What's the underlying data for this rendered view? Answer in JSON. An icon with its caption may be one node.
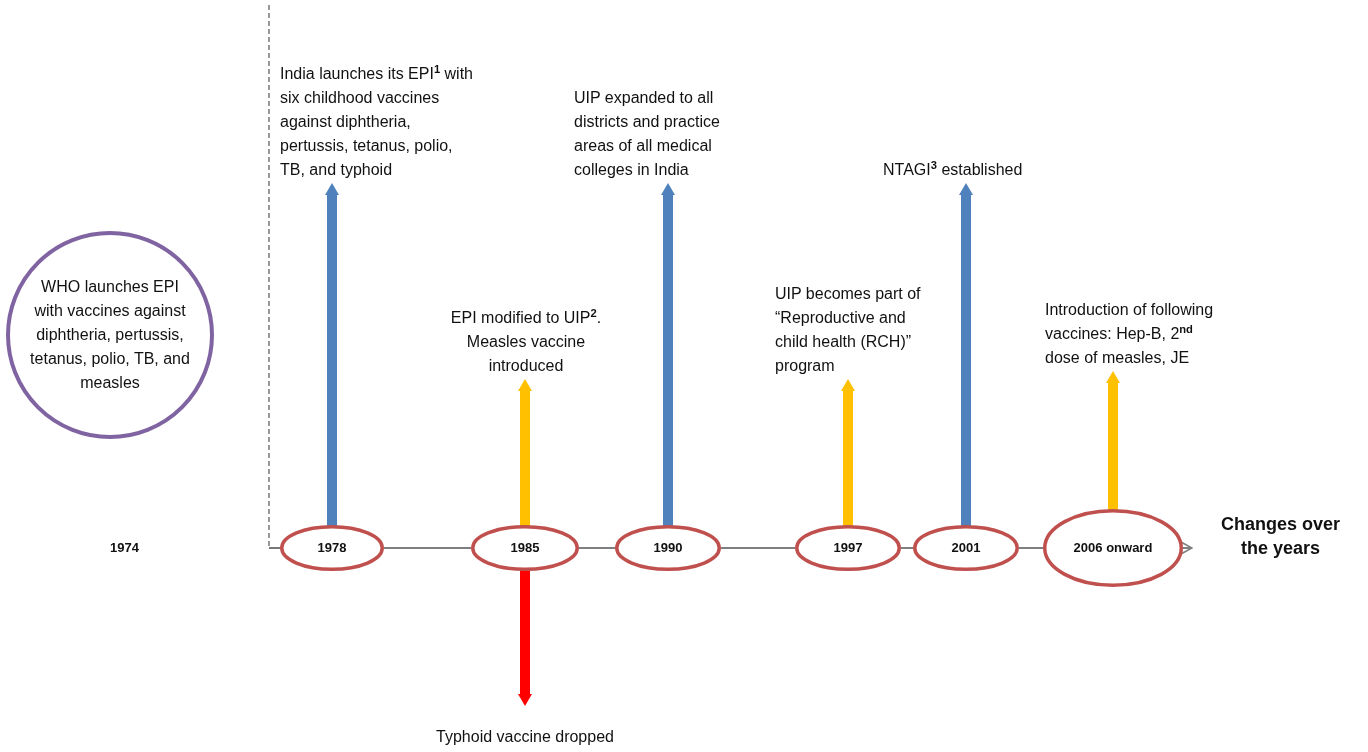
{
  "diagram": {
    "nodes": [
      {
        "text": [
          "WHO launches EPI with vaccines against diphtheria, pertussis, tetanus, polio, TB, and measles"
        ]
      },
      {
        "text": [
          "1978"
        ]
      },
      {
        "text": [
          "1985"
        ]
      },
      {
        "text": [
          "1990"
        ]
      },
      {
        "text": [
          "1997"
        ]
      },
      {
        "text": [
          "2001"
        ]
      },
      {
        "text": [
          "2006 onward"
        ]
      },
      {
        "text": [
          "India launches its EPI$^{1}$ with six childhood vaccines against diphtheria, pertussis, tetanus, polio, TB, and typhoid"
        ]
      },
      {
        "text": [
          "EPI modified to UIP$^{2}$. Measles vaccine introduced"
        ]
      },
      {
        "text": [
          "UIP expanded to all districts and practice areas of all medical colleges in India"
        ]
      },
      {
        "text": [
          "UIP becomes part of “Reproductive and child health (RCH)” program"
        ]
      },
      {
        "text": [
          "NTAGI$^{3}$ established"
        ]
      },
      {
        "text": [
          "Introduction of following vaccines: Hep-B, 2$^{nd}$ dose of measles, JE"
        ]
      },
      {
        "text": [
          "Typhoid vaccine dropped"
        ]
      },
      {
        "text": [
          "Changes over the years"
        ]
      }
    ],
    "edges": [
      {
        "from": 1,
        "to": 2,
        "arrow": "none",
        "color": "#7f7f7f"
      },
      {
        "from": 2,
        "to": 3,
        "arrow": "none",
        "color": "#7f7f7f"
      },
      {
        "from": 3,
        "to": 4,
        "arrow": "none",
        "color": "#7f7f7f"
      },
      {
        "from": 4,
        "to": 5,
        "arrow": "none",
        "color": "#7f7f7f"
      },
      {
        "from": 5,
        "to": 6,
        "arrow": "none",
        "color": "#7f7f7f"
      },
      {
        "from": 6,
        "to": 14,
        "arrow": "to",
        "color": "#7f7f7f"
      },
      {
        "from": 1,
        "to": 7,
        "arrow": "to",
        "color": "#4f81bd"
      },
      {
        "from": 2,
        "to": 8,
        "arrow": "to",
        "color": "#ffc000"
      },
      {
        "from": 2,
        "to": 13,
        "arrow": "to",
        "color": "#ff0000"
      },
      {
        "from": 3,
        "to": 9,
        "arrow": "to",
        "color": "#4f81bd"
      },
      {
        "from": 4,
        "to": 10,
        "arrow": "to",
        "color": "#ffc000"
      },
      {
        "from": 5,
        "to": 11,
        "arrow": "to",
        "color": "#4f81bd"
      },
      {
        "from": 6,
        "to": 12,
        "arrow": "to",
        "color": "#ffc000"
      }
    ],
    "labels": [
      "1974"
    ]
  }
}
